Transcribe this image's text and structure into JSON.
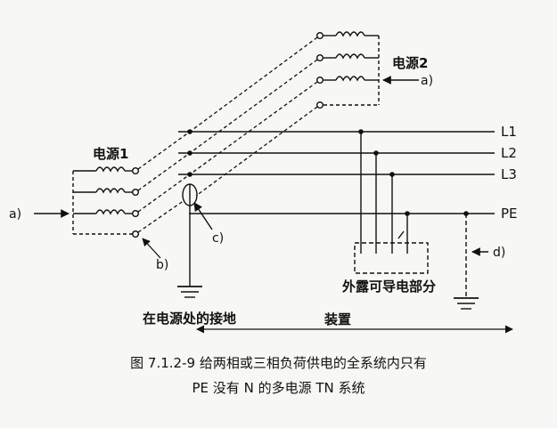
{
  "diagram": {
    "source1_label": "电源1",
    "source2_label": "电源2",
    "conductors": [
      "L1",
      "L2",
      "L3",
      "PE"
    ],
    "marker_a": "a)",
    "marker_b": "b)",
    "marker_c": "c)",
    "marker_d": "d)",
    "exposed_part_label": "外露可导电部分",
    "earthing_label": "在电源处的接地",
    "installation_label": "装置"
  },
  "caption": {
    "line1": "图 7.1.2-9    给两相或三相负荷供电的全系统内只有",
    "line2": "PE 没有 N 的多电源 TN 系统"
  }
}
